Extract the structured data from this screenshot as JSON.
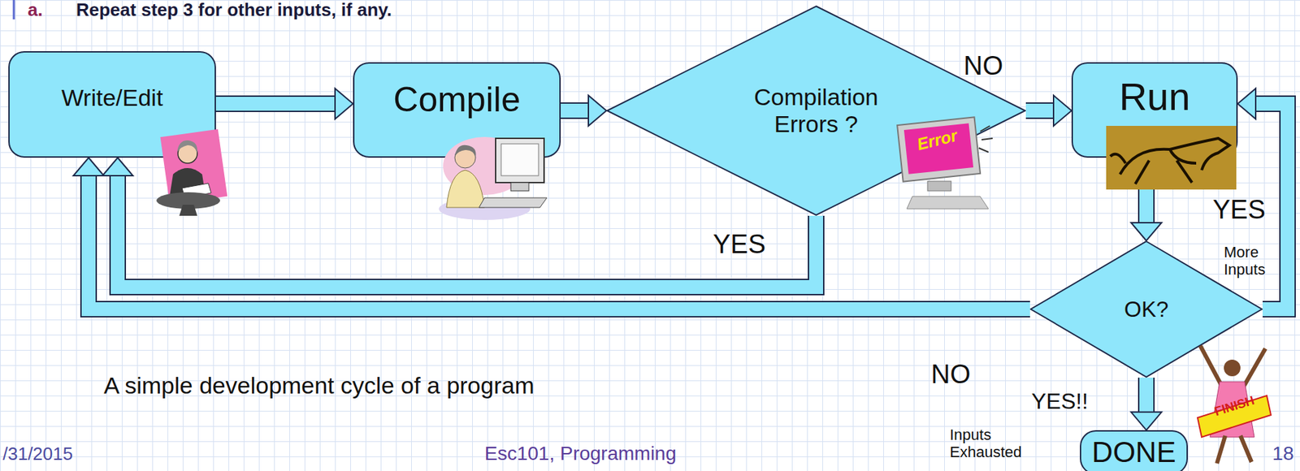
{
  "diagram": {
    "caption": "A simple development cycle of a program",
    "nodes": [
      {
        "text": [
          "Write/Edit"
        ]
      },
      {
        "text": [
          "Compile"
        ]
      },
      {
        "text": [
          "Compilation Errors ?"
        ]
      },
      {
        "text": [
          "Run"
        ]
      },
      {
        "text": [
          "OK?"
        ]
      },
      {
        "text": [
          "DONE"
        ]
      }
    ],
    "edges": [
      {
        "from": 0,
        "to": 1,
        "arrow": "to"
      },
      {
        "from": 1,
        "to": 2,
        "arrow": "to"
      },
      {
        "from": 2,
        "to": 3,
        "label": "NO",
        "arrow": "to"
      },
      {
        "from": 2,
        "to": 0,
        "label": "YES",
        "arrow": "to"
      },
      {
        "from": 3,
        "to": 4,
        "arrow": "to"
      },
      {
        "from": 4,
        "to": 0,
        "label": "NO",
        "arrow": "to"
      },
      {
        "from": 4,
        "to": 3,
        "label": "YES",
        "arrow": "to"
      },
      {
        "from": 4,
        "to": 5,
        "label": "YES!!",
        "arrow": "to"
      }
    ],
    "labels": [
      "a.",
      "Repeat step 3 for other inputs, if any.",
      "Error",
      "More Inputs",
      "Inputs Exhausted",
      "FINISH",
      "/31/2015",
      "Esc101, Programming",
      "18"
    ]
  }
}
